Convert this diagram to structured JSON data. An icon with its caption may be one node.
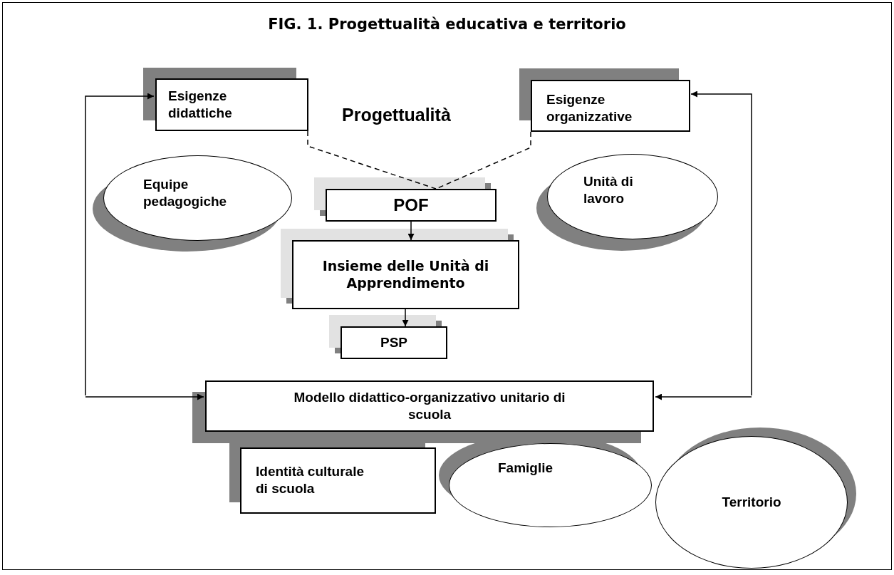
{
  "diagram": {
    "title": "FIG. 1. Progettualità educativa e territorio",
    "nodes": [
      {
        "text": [
          "Esigenze didattiche"
        ]
      },
      {
        "text": [
          "Esigenze organizzative"
        ]
      },
      {
        "text": [
          "Equipe pedagogiche"
        ]
      },
      {
        "text": [
          "Unità di lavoro"
        ]
      },
      {
        "text": [
          "POF"
        ]
      },
      {
        "text": [
          "Insieme delle Unità di Apprendimento"
        ]
      },
      {
        "text": [
          "PSP"
        ]
      },
      {
        "text": [
          "Modello didattico-organizzativo unitario di scuola"
        ]
      },
      {
        "text": [
          "Identità culturale di scuola"
        ]
      },
      {
        "text": [
          "Famiglie"
        ]
      },
      {
        "text": [
          "Territorio"
        ]
      }
    ],
    "edges": [
      {
        "from": 0,
        "to": 4,
        "arrow": "none",
        "style": "dashed"
      },
      {
        "from": 1,
        "to": 4,
        "arrow": "none",
        "style": "dashed"
      },
      {
        "from": 4,
        "to": 5,
        "arrow": "to"
      },
      {
        "from": 5,
        "to": 6,
        "arrow": "to"
      },
      {
        "from": null,
        "to": 0,
        "arrow": "to"
      },
      {
        "from": null,
        "to": 7,
        "arrow": "to"
      },
      {
        "from": null,
        "to": 1,
        "arrow": "to"
      },
      {
        "from": null,
        "to": 7,
        "arrow": "to"
      }
    ],
    "labels": [
      "Progettualità"
    ]
  }
}
